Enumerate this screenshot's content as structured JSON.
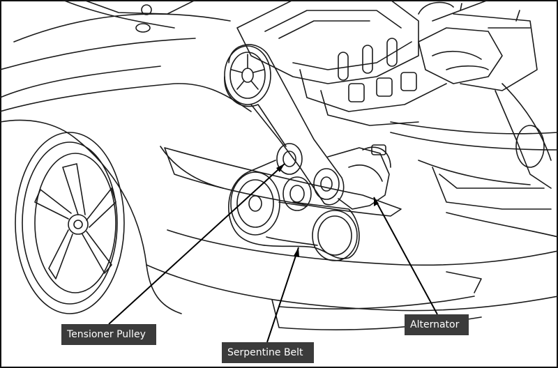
{
  "labels": {
    "tensioner_pulley": "Tensioner Pulley",
    "serpentine_belt": "Serpentine Belt",
    "alternator": "Alternator"
  },
  "colors": {
    "line_art": "#1a1a1a",
    "label_bg": "#3b3b3b",
    "label_text": "#ffffff",
    "background": "#ffffff"
  }
}
